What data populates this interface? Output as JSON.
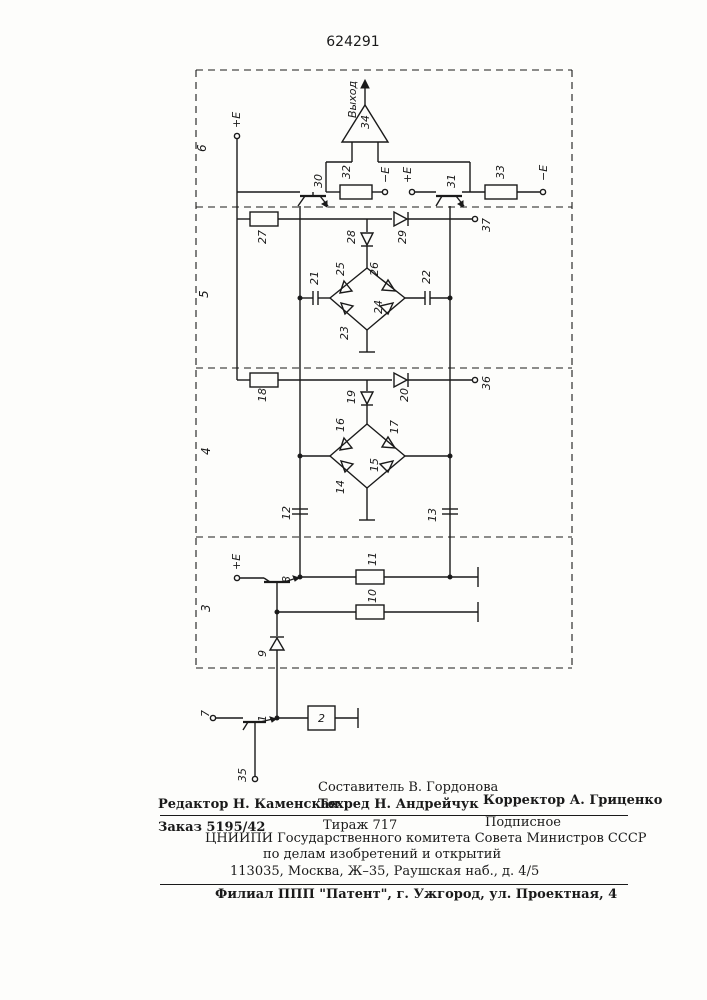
{
  "patent_number": "624291",
  "circuit": {
    "labels": {
      "out": "Выход",
      "plus_e": "+E",
      "minus_e": "−E",
      "blocks": [
        "3",
        "4",
        "5",
        "6"
      ],
      "comp": {
        "n1": "1",
        "n2": "2",
        "n7": "7",
        "n8": "8",
        "n9": "9",
        "n10": "10",
        "n11": "11",
        "n12": "12",
        "n13": "13",
        "n14": "14",
        "n15": "15",
        "n16": "16",
        "n17": "17",
        "n18": "18",
        "n19": "19",
        "n20": "20",
        "n21": "21",
        "n22": "22",
        "n23": "23",
        "n24": "24",
        "n25": "25",
        "n26": "26",
        "n27": "27",
        "n28": "28",
        "n29": "29",
        "n30": "30",
        "n31": "31",
        "n32": "32",
        "n33": "33",
        "n34": "34",
        "n35": "35",
        "n36": "36",
        "n37": "37"
      }
    }
  },
  "footer": {
    "compiler": "Составитель В. Гордонова",
    "editor": "Редактор Н. Каменская",
    "techred": "Техред Н. Андрейчук",
    "corrector": "Корректор А. Гриценко",
    "order": "Заказ 5195/42",
    "circulation": "Тираж 717",
    "subscription": "Подписное",
    "org_line1": "ЦНИИПИ Государственного комитета Совета Министров СССР",
    "org_line2": "по делам изобретений и открытий",
    "address": "113035, Москва, Ж–35, Раушская наб., д. 4/5",
    "branch": "Филиал ППП \"Патент\", г. Ужгород, ул. Проектная, 4"
  }
}
